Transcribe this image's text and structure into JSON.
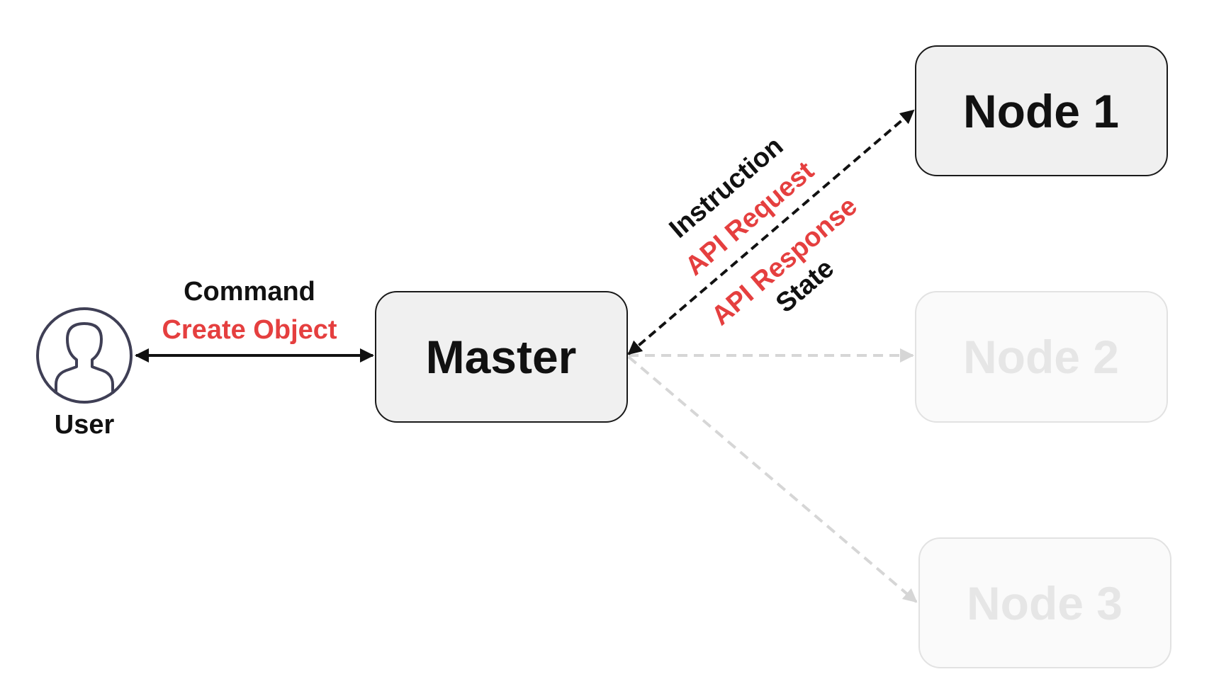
{
  "colors": {
    "primary_text": "#111111",
    "accent_text": "#e53f3f",
    "box_fill": "#f0f0f0",
    "box_stroke": "#1a1a1a",
    "inactive_fill": "#fafafa",
    "inactive_stroke": "#e2e2e2",
    "inactive_text": "#e6e6e6",
    "inactive_edge": "#d6d6d6",
    "user_icon": "#3f3f55"
  },
  "user": {
    "label": "User",
    "icon": "user-avatar-icon"
  },
  "nodes": {
    "master": {
      "label": "Master",
      "active": true
    },
    "node1": {
      "label": "Node 1",
      "active": true
    },
    "node2": {
      "label": "Node 2",
      "active": false
    },
    "node3": {
      "label": "Node 3",
      "active": false
    }
  },
  "edges": {
    "user_master": {
      "label_top": "Command",
      "label_bottom": "Create Object"
    },
    "master_node1": {
      "labels": [
        "Instruction",
        "API Request",
        "API Response",
        "State"
      ]
    }
  }
}
